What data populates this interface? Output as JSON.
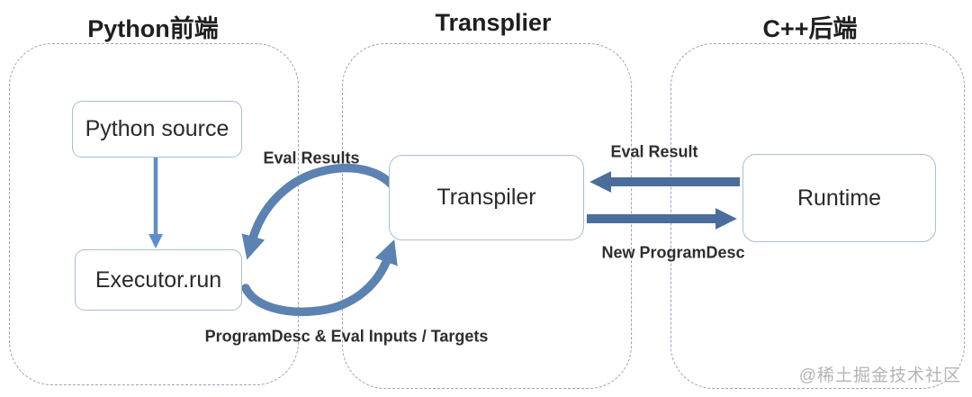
{
  "diagram": {
    "sections": {
      "python_frontend": {
        "title": "Python前端"
      },
      "transplier": {
        "title": "Transplier"
      },
      "cpp_backend": {
        "title": "C++后端"
      }
    },
    "nodes": {
      "python_source": {
        "label": "Python source"
      },
      "executor_run": {
        "label": "Executor.run"
      },
      "transpiler": {
        "label": "Transpiler"
      },
      "runtime": {
        "label": "Runtime"
      }
    },
    "arrows": {
      "source_to_executor": {
        "from": "python_source",
        "to": "executor_run",
        "label": ""
      },
      "eval_results": {
        "from": "transpiler",
        "to": "executor_run",
        "label": "Eval Results"
      },
      "programdesc_eval_inputs": {
        "from": "executor_run",
        "to": "transpiler",
        "label": "ProgramDesc & Eval Inputs / Targets"
      },
      "eval_result": {
        "from": "runtime",
        "to": "transpiler",
        "label": "Eval Result"
      },
      "new_programdesc": {
        "from": "transpiler",
        "to": "runtime",
        "label": "New ProgramDesc"
      }
    },
    "watermark": "@稀土掘金技术社区",
    "colors": {
      "arc_arrow": "#5b82b0",
      "straight_arrow": "#4b6d9c",
      "flow_arrow": "#5d8dcb",
      "node_border": "#a9bdd6",
      "container_border": "#97a3ba"
    }
  }
}
